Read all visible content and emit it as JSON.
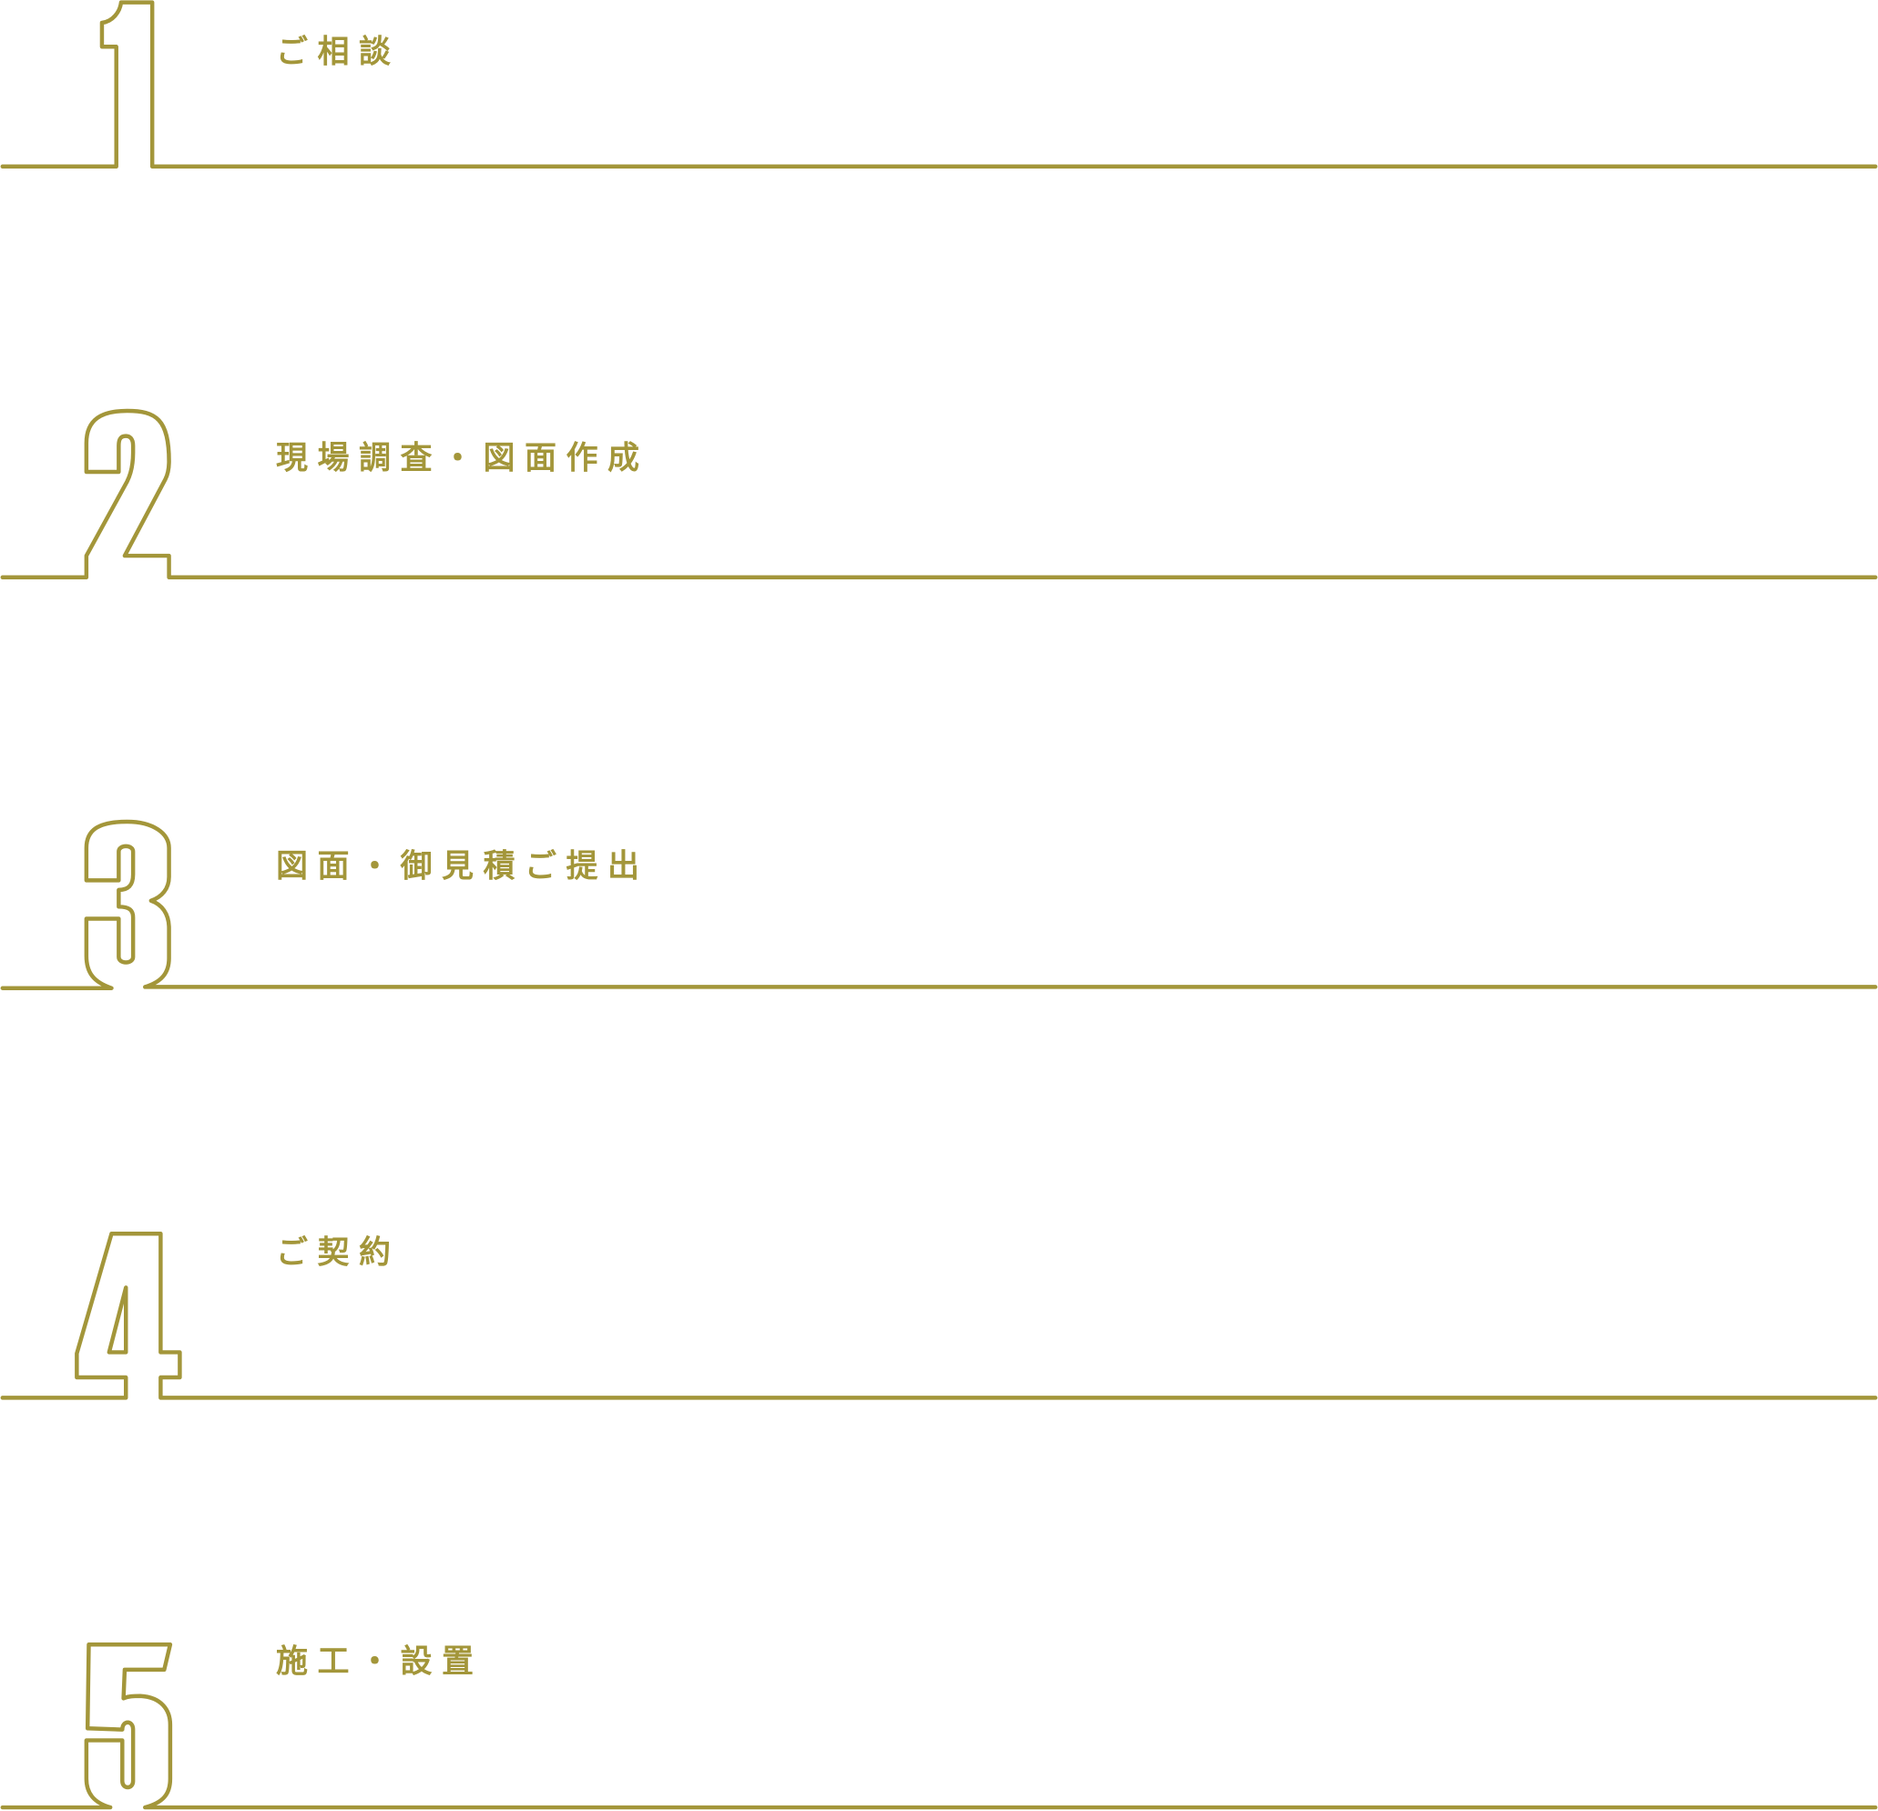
{
  "accent_color": "#a3963a",
  "steps": [
    {
      "number": "1",
      "label": "ご相談"
    },
    {
      "number": "2",
      "label": "現場調査・図面作成"
    },
    {
      "number": "3",
      "label": "図面・御見積ご提出"
    },
    {
      "number": "4",
      "label": "ご契約"
    },
    {
      "number": "5",
      "label": "施工・設置"
    }
  ]
}
